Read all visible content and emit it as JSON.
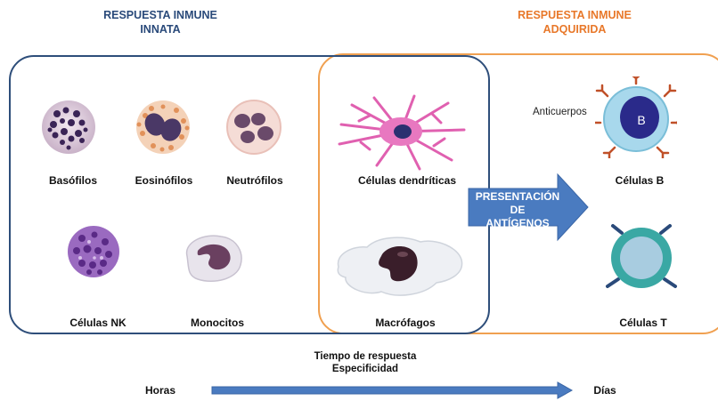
{
  "headers": {
    "innate_line1": "RESPUESTA INMUNE",
    "innate_line2": "INNATA",
    "acquired_line1": "RESPUESTA INMUNE",
    "acquired_line2": "ADQUIRIDA"
  },
  "cells": {
    "basofilos": "Basófilos",
    "eosinofilos": "Eosinófilos",
    "neutrofilos": "Neutrófilos",
    "nk": "Células NK",
    "monocitos": "Monocitos",
    "dendriticas": "Células dendríticas",
    "macrofagos": "Macrófagos",
    "celulas_b": "Células B",
    "celulas_t": "Células T",
    "b_letter": "B"
  },
  "anticuerpos": "Anticuerpos",
  "presentation_line1": "PRESENTACIÓN DE",
  "presentation_line2": "ANTÍGENOS",
  "timeline": {
    "line1": "Tiempo de respuesta",
    "line2": "Especificidad",
    "start": "Horas",
    "end": "Días"
  },
  "colors": {
    "innate": "#2e4e7a",
    "acquired": "#f0a050",
    "arrow": "#4a7bc0"
  }
}
